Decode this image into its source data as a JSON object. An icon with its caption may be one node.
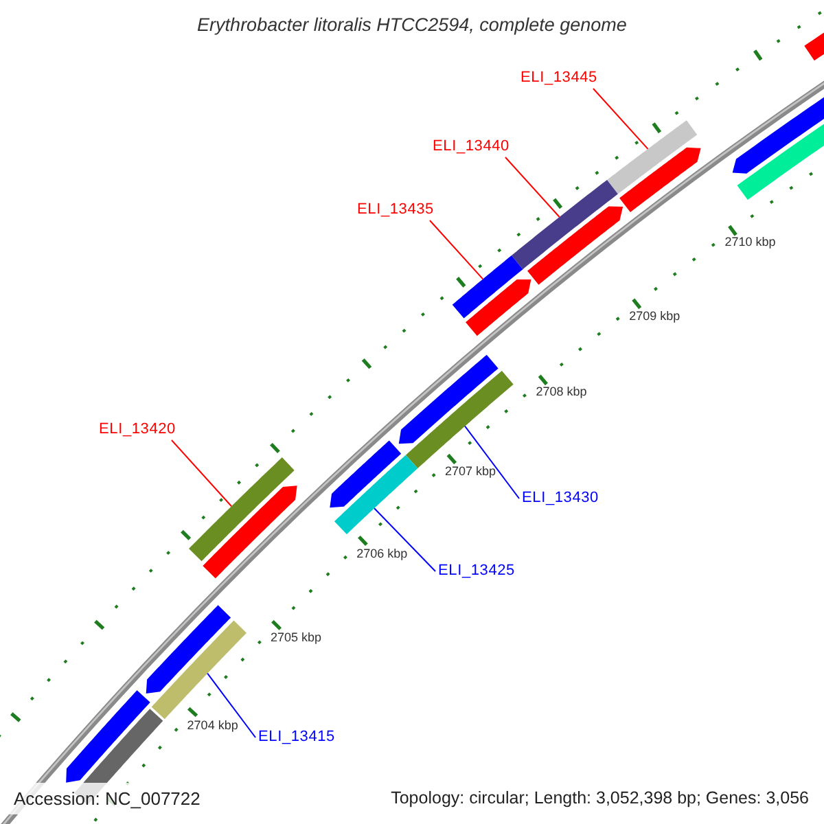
{
  "diagram": {
    "title": "Erythrobacter litoralis HTCC2594, complete genome",
    "nodes": [
      {
        "text": [
          "ELI_13445"
        ]
      },
      {
        "text": [
          "ELI_13440"
        ]
      },
      {
        "text": [
          "ELI_13435"
        ]
      },
      {
        "text": [],
        "shape": "bar"
      },
      {
        "text": [],
        "shape": "bar"
      },
      {
        "text": [],
        "shape": "bar"
      },
      {
        "text": [
          "ELI_13420"
        ]
      },
      {
        "text": [],
        "shape": "bar"
      },
      {
        "text": [],
        "shape": "bar"
      },
      {
        "text": [
          "ELI_13430"
        ]
      },
      {
        "text": [],
        "shape": "bar"
      },
      {
        "text": [
          "ELI_13425"
        ]
      },
      {
        "text": [],
        "shape": "bar"
      },
      {
        "text": [
          "ELI_13415"
        ]
      },
      {
        "text": [],
        "shape": "bar"
      },
      {
        "text": [],
        "shape": "bar"
      },
      {
        "text": [],
        "shape": "bar"
      },
      {
        "text": [],
        "shape": "bar"
      },
      {
        "text": [],
        "shape": "bar"
      },
      {
        "text": [],
        "shape": "bar"
      },
      {
        "text": [],
        "shape": "bar"
      },
      {
        "text": [],
        "shape": "bar"
      },
      {
        "text": [],
        "shape": "bar"
      },
      {
        "text": [],
        "shape": "bar"
      },
      {
        "text": [],
        "shape": "bar"
      },
      {
        "text": [],
        "shape": "bar"
      }
    ],
    "edges": [
      {
        "from": 0,
        "to": 3,
        "arrow": "none"
      },
      {
        "from": 1,
        "to": 4,
        "arrow": "none"
      },
      {
        "from": 2,
        "to": 5,
        "arrow": "none"
      },
      {
        "from": 6,
        "to": 7,
        "arrow": "none"
      },
      {
        "from": 9,
        "to": 8,
        "arrow": "none",
        "color": "#0000ff"
      },
      {
        "from": 11,
        "to": 10,
        "arrow": "none",
        "color": "#0000ff"
      },
      {
        "from": 13,
        "to": 12,
        "arrow": "none",
        "color": "#0000ff"
      }
    ],
    "labels": [
      "2710 kbp",
      "2709 kbp",
      "2708 kbp",
      "2707 kbp",
      "2706 kbp",
      "2705 kbp",
      "2704 kbp",
      "Accession: NC_007722",
      "Topology: circular; Length: 3,052,398 bp; Genes: 3,056"
    ]
  }
}
